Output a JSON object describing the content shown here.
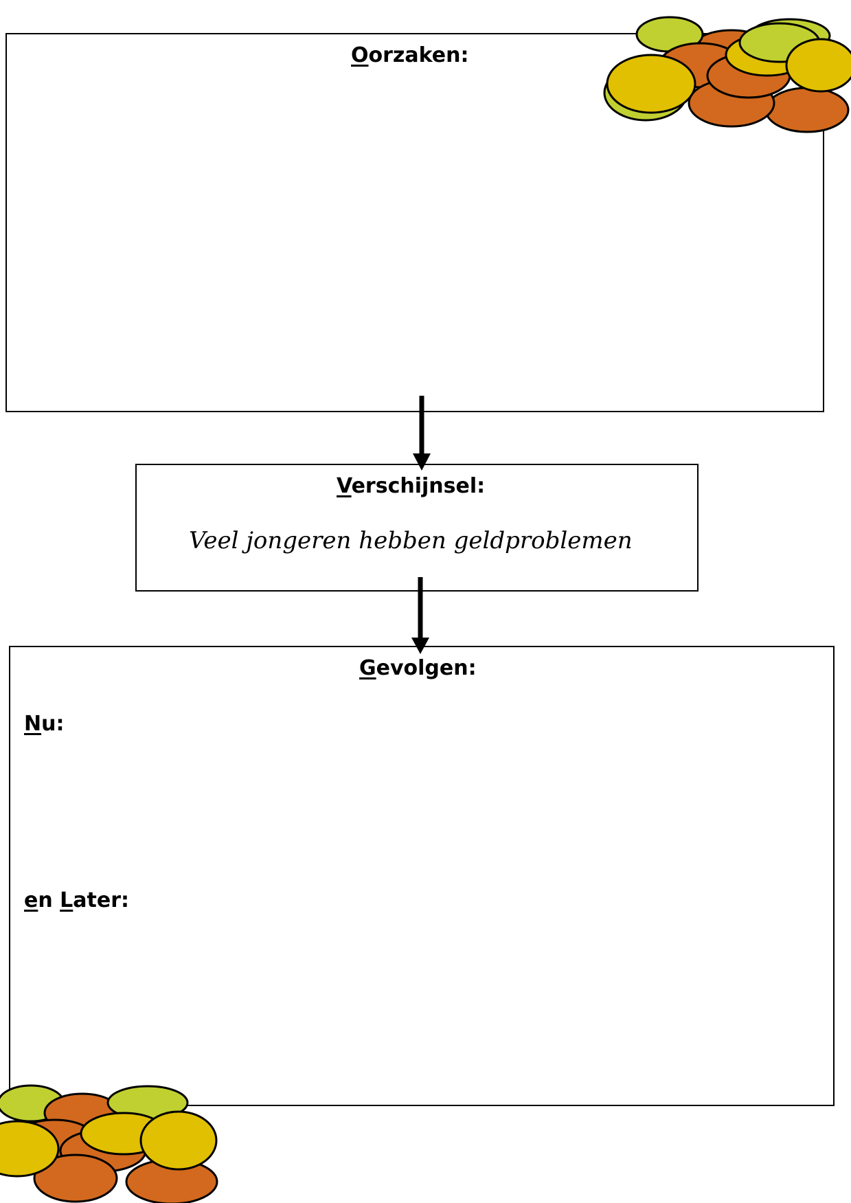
{
  "causes": {
    "heading_first": "O",
    "heading_rest": "orzaken:"
  },
  "phenomenon": {
    "heading_first": "V",
    "heading_rest": "erschijnsel:",
    "statement": "Veel jongeren hebben geldproblemen"
  },
  "consequences": {
    "heading_first": "G",
    "heading_rest": "evolgen:",
    "now_first": "N",
    "now_rest": "u:",
    "later_first_a": "e",
    "later_mid": "n ",
    "later_first_b": "L",
    "later_rest": "ater:"
  },
  "colors": {
    "coin_yellow": "#e0c000",
    "coin_orange": "#d2691e",
    "coin_green": "#c0d030"
  }
}
